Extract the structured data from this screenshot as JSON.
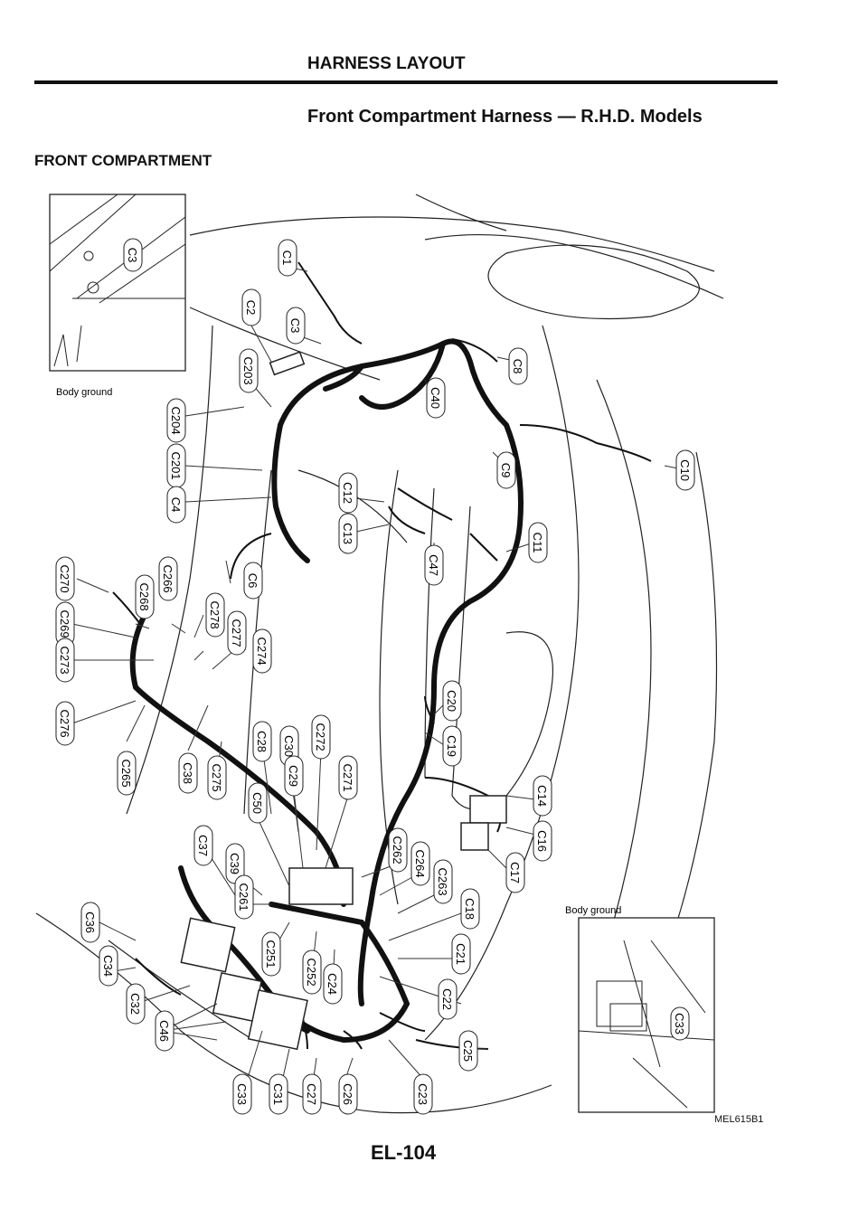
{
  "header": {
    "title": "HARNESS LAYOUT"
  },
  "subtitle": "Front Compartment Harness — R.H.D. Models",
  "section": "FRONT COMPARTMENT",
  "insets": {
    "top_left_label": "Body ground",
    "top_left_connector": "C3",
    "bottom_right_label": "Body ground",
    "bottom_right_connector": "C33"
  },
  "connectors": [
    "C1",
    "C2",
    "C3",
    "C203",
    "C204",
    "C201",
    "C4",
    "C8",
    "C40",
    "C9",
    "C10",
    "C12",
    "C13",
    "C47",
    "C11",
    "C6",
    "C270",
    "C268",
    "C266",
    "C269",
    "C273",
    "C278",
    "C277",
    "C274",
    "C276",
    "C265",
    "C38",
    "C275",
    "C28",
    "C30",
    "C272",
    "C29",
    "C271",
    "C20",
    "C19",
    "C50",
    "C37",
    "C39",
    "C261",
    "C14",
    "C16",
    "C17",
    "C262",
    "C264",
    "C263",
    "C18",
    "C21",
    "C22",
    "C251",
    "C252",
    "C24",
    "C36",
    "C34",
    "C32",
    "C46",
    "C33",
    "C31",
    "C27",
    "C26",
    "C23",
    "C25"
  ],
  "figure_code": "MEL615B1",
  "page_number": "EL-104"
}
